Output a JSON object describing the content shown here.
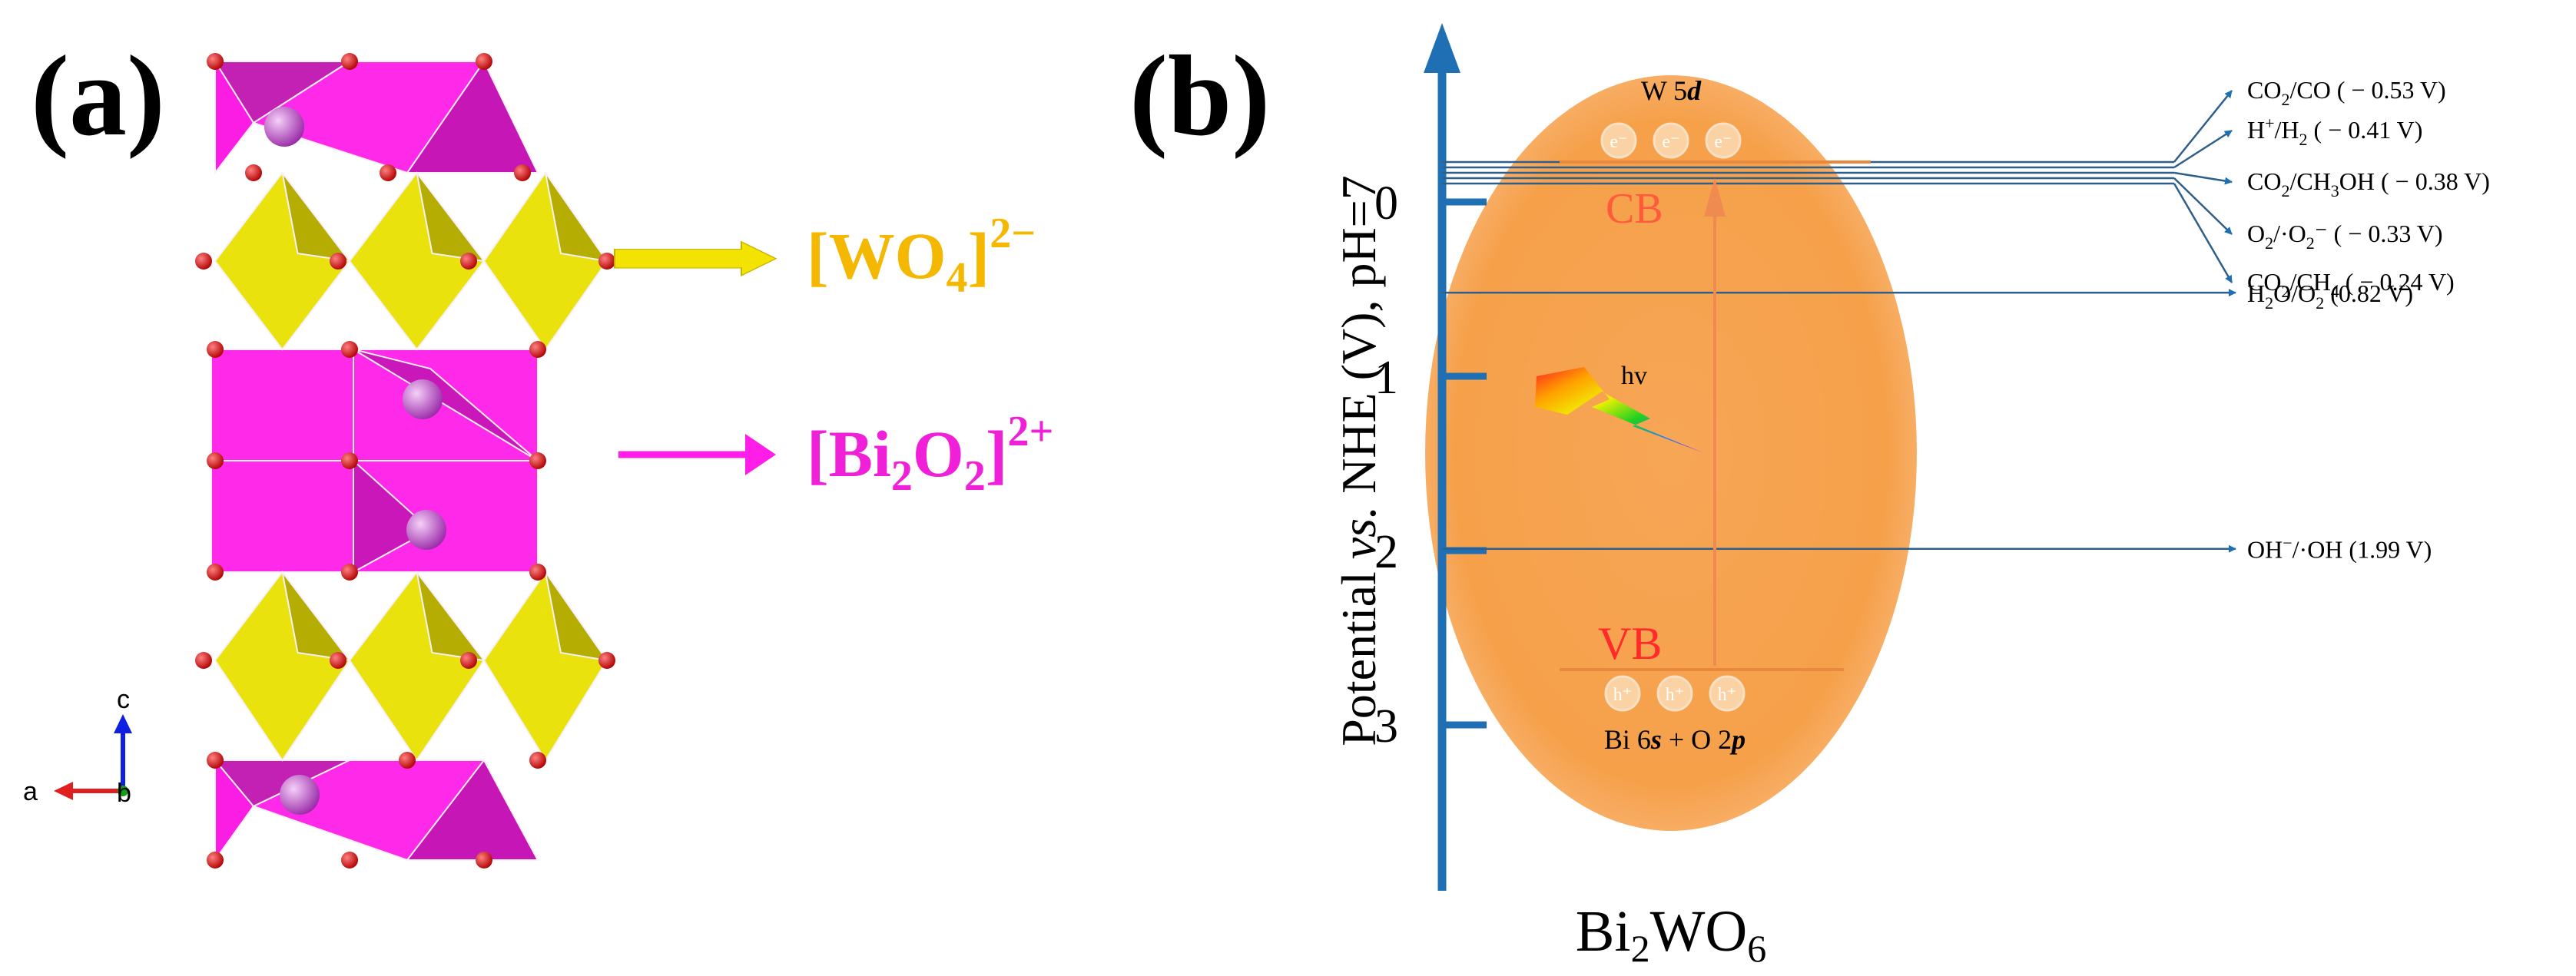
{
  "panel_a": {
    "label": "(a)",
    "wo4_label": "[WO",
    "wo4_sub": "4",
    "wo4_close": "]",
    "wo4_charge": "2−",
    "bi2o2_label": "[Bi",
    "bi2o2_sub1": "2",
    "bi2o2_mid": "O",
    "bi2o2_sub2": "2",
    "bi2o2_close": "]",
    "bi2o2_charge": "2+",
    "axes": {
      "a": "a",
      "b": "b",
      "c": "c"
    },
    "colors": {
      "wo4": "#e8d800",
      "bi2o2": "#ff1ee8",
      "wo4_text": "#f5b800",
      "bi2o2_text": "#f020d8",
      "oxygen": "#d01010",
      "bi_atom": "#b03ab8"
    }
  },
  "panel_b": {
    "label": "(b)",
    "y_axis_label_1": "Potential ",
    "y_axis_label_vs": "vs.",
    "y_axis_label_2": " NHE (V), pH=7",
    "ticks": [
      "0",
      "1",
      "2",
      "3"
    ],
    "tick_values": [
      0,
      1,
      2,
      3
    ],
    "material_main": "Bi",
    "material_sub1": "2",
    "material_mid": "WO",
    "material_sub2": "6",
    "cb_label": "CB",
    "vb_label": "VB",
    "w5d_prefix": "W 5",
    "w5d_italic": "d",
    "bi6s_prefix": "Bi 6",
    "bi6s_italic": "s",
    "bi6s_mid": " + O 2",
    "bi6s_italic2": "p",
    "hv_label": "hv",
    "electron_symbol": "e⁻",
    "hole_symbol": "h⁺",
    "cb_potential": -0.24,
    "vb_potential": 2.54,
    "colors": {
      "axis": "#1f6fb5",
      "ellipse": "#f6a04a",
      "cb_text": "#ff5a3c",
      "vb_text": "#ff2a2a"
    },
    "potentials": [
      {
        "parts": [
          "CO",
          "2",
          "/CO ( − 0.53 V)"
        ],
        "value": -0.53
      },
      {
        "parts": [
          "H",
          "+",
          "/H",
          "2",
          " ( − 0.41 V)"
        ],
        "value": -0.41
      },
      {
        "parts": [
          "CO",
          "2",
          "/CH",
          "3",
          "OH ( − 0.38 V)"
        ],
        "value": -0.38
      },
      {
        "parts": [
          "O",
          "2",
          "/·O",
          "2",
          "⁻",
          " ( − 0.33 V)"
        ],
        "value": -0.33
      },
      {
        "parts": [
          "CO",
          "2",
          "/CH",
          "4",
          " ( − 0.24 V)"
        ],
        "value": -0.24
      },
      {
        "parts": [
          "H",
          "2",
          "O/O",
          "2",
          " (0.82 V)"
        ],
        "value": 0.82
      },
      {
        "parts": [
          "OH",
          "−",
          "/·OH (1.99 V)"
        ],
        "value": 1.99
      }
    ]
  }
}
